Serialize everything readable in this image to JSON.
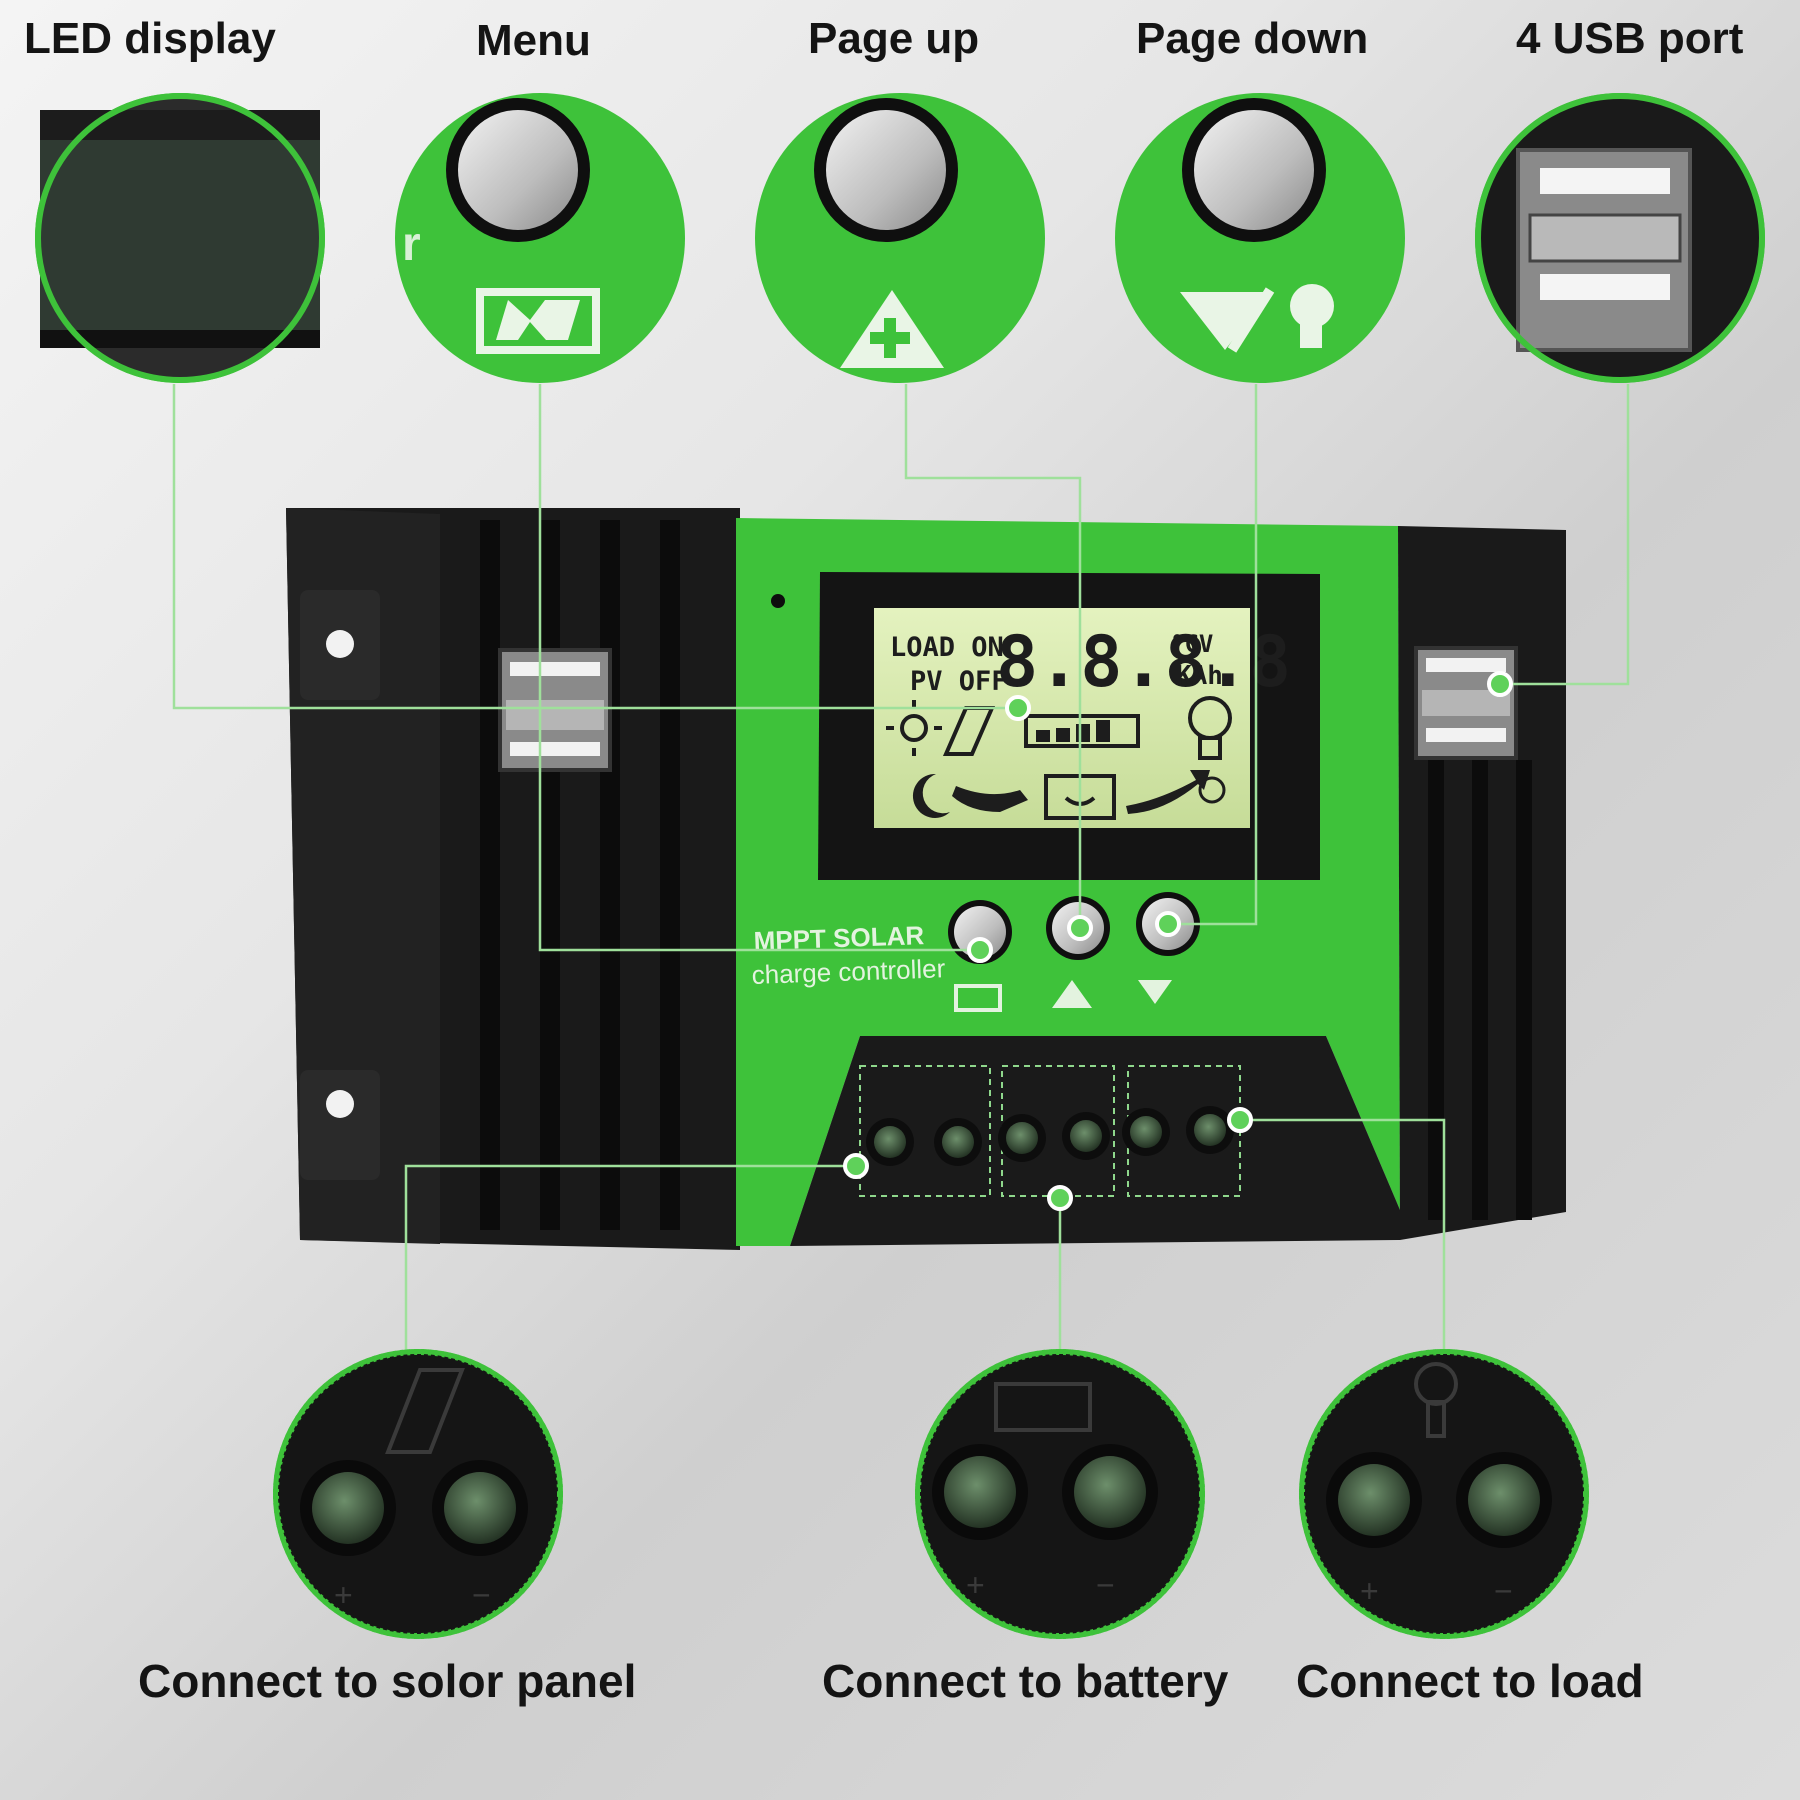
{
  "colors": {
    "accent": "#3ec23a",
    "accent_dark": "#2b9a28",
    "housing": "#161616",
    "lcd_bg": "#d9ebb0",
    "leader_line": "#8fd88c"
  },
  "callouts": {
    "top": [
      {
        "label": "LED display",
        "icon": "lcd-closeup"
      },
      {
        "label": "Menu",
        "icon": "menu-button-closeup"
      },
      {
        "label": "Page up",
        "icon": "page-up-button-closeup"
      },
      {
        "label": "Page down",
        "icon": "page-down-button-closeup"
      },
      {
        "label": "4 USB port",
        "icon": "usb-port-closeup"
      }
    ],
    "bottom": [
      {
        "label": "Connect to solor panel",
        "icon": "solar-terminal-closeup"
      },
      {
        "label": "Connect to battery",
        "icon": "battery-terminal-closeup"
      },
      {
        "label": "Connect to load",
        "icon": "load-terminal-closeup"
      }
    ]
  },
  "device": {
    "brand_line1": "MPPT SOLAR",
    "brand_line2": "charge controller",
    "lcd": {
      "load_label": "LOAD ON",
      "pv_label": "PV OFF",
      "digits": "8.8.8.8",
      "unit_top": "°CV",
      "unit_bottom": "KAh"
    },
    "terminal_signs": {
      "plus": "+",
      "minus": "−"
    }
  }
}
